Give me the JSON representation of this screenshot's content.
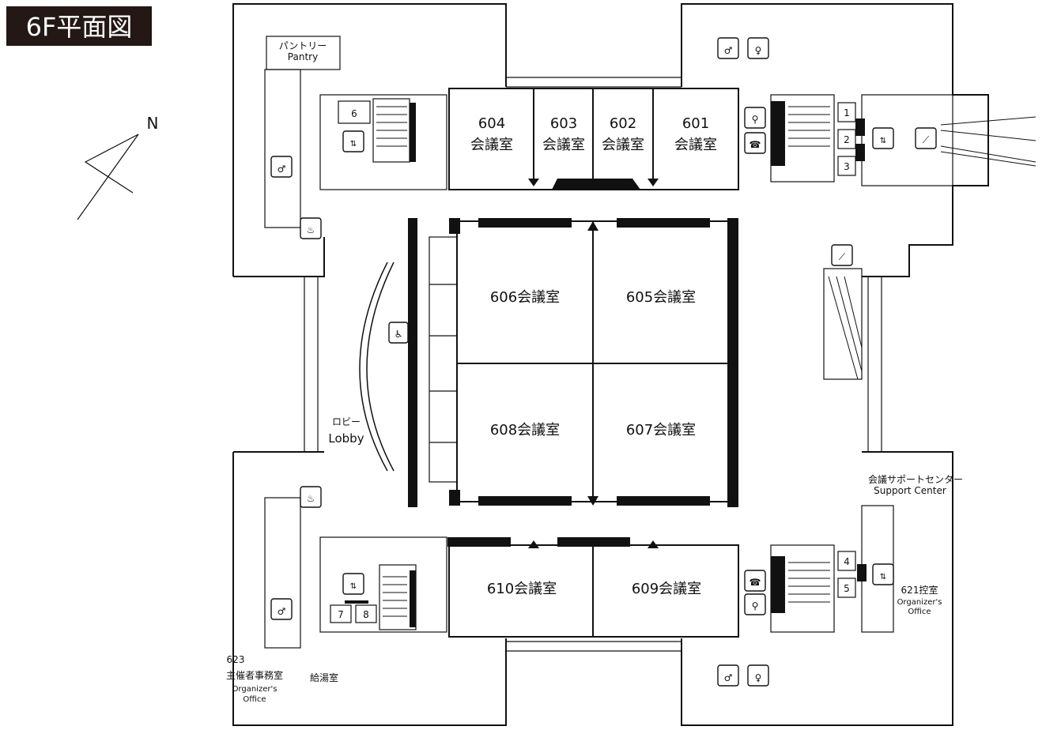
{
  "floor_title": "6F平面図",
  "compass": {
    "north_label": "N"
  },
  "rooms": {
    "r604": {
      "number": "604",
      "name": "会議室"
    },
    "r603": {
      "number": "603",
      "name": "会議室"
    },
    "r602": {
      "number": "602",
      "name": "会議室"
    },
    "r601": {
      "number": "601",
      "name": "会議室"
    },
    "r606": "606会議室",
    "r605": "605会議室",
    "r608": "608会議室",
    "r607": "607会議室",
    "r610": "610会議室",
    "r609": "609会議室"
  },
  "labels": {
    "pantry_ja": "パントリー",
    "pantry_en": "Pantry",
    "lobby_ja": "ロビー",
    "lobby_en": "Lobby",
    "support_ja": "会議サポートセンター",
    "support_en": "Support Center",
    "r621_ja": "621控室",
    "r621_en1": "Organizer's",
    "r621_en2": "Office",
    "r623_num": "623",
    "r623_ja": "主催者事務室",
    "r623_en1": "Organizer's",
    "r623_en2": "Office",
    "kitchenette_ja": "給湯室"
  },
  "elevator_numbers": [
    "1",
    "2",
    "3",
    "4",
    "5",
    "6",
    "7",
    "8"
  ],
  "icons": [
    "restroom-male-icon",
    "restroom-female-icon",
    "elevator-icon",
    "escalator-icon",
    "smoking-area-icon",
    "telephone-icon",
    "accessible-restroom-icon",
    "water-fountain-icon"
  ],
  "colors": {
    "title_bg": "#231815",
    "title_text": "#ffffff",
    "walls": "#111111"
  }
}
